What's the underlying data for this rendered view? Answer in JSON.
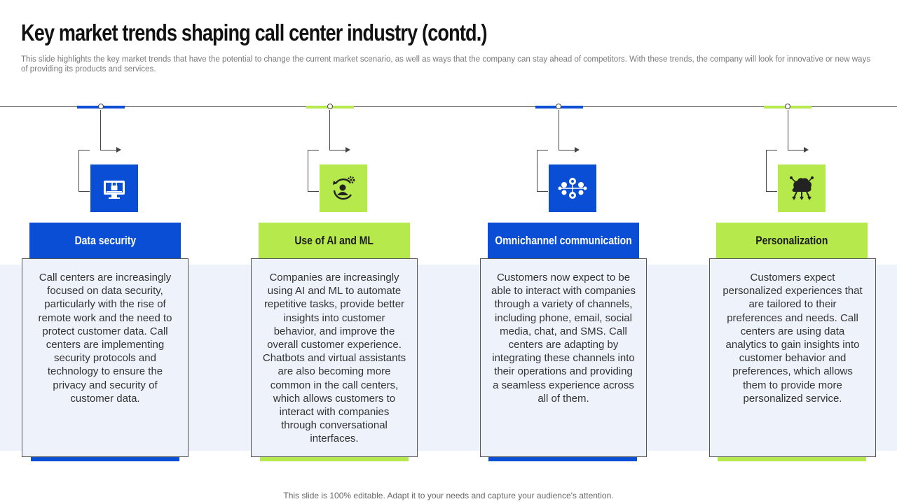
{
  "title": "Key market trends shaping call center industry (contd.)",
  "subtitle": "This slide highlights the key market trends that have the potential to change the current market scenario, as well as ways that the company can stay ahead of competitors. With these trends, the company will look for innovative or new ways of providing its products and services.",
  "colors": {
    "blue": "#0a4ed6",
    "green": "#b6e94c",
    "band": "#eef3fb"
  },
  "trends": [
    {
      "heading": "Data security",
      "icon": "secure-computer-lock-icon",
      "color": "blue",
      "text": "Call centers are increasingly focused on data security, particularly with the rise of remote work and the need to protect customer data. Call centers are implementing security protocols and technology to ensure the privacy and security of customer data."
    },
    {
      "heading": "Use of AI and ML",
      "icon": "user-gear-cycle-icon",
      "color": "green",
      "text": "Companies are increasingly using AI and ML to automate repetitive tasks, provide better insights into customer behavior, and improve the overall customer experience. Chatbots and virtual assistants are also becoming more common in the call centers, which allows customers to interact with companies through conversational interfaces."
    },
    {
      "heading": "Omnichannel communication",
      "icon": "channel-network-icon",
      "color": "blue",
      "text": "Customers now expect to be able to interact with companies through a variety of channels, including phone, email, social media, chat, and SMS. Call centers are adapting by integrating these channels into their operations and providing a seamless experience across all of them."
    },
    {
      "heading": "Personalization",
      "icon": "brain-circuit-icon",
      "color": "green",
      "text": "Customers expect personalized experiences that are tailored to their preferences and needs. Call centers are using data analytics to gain insights into customer behavior and preferences, which allows them to provide more personalized service."
    }
  ],
  "footer": "This slide is 100% editable. Adapt it to your needs and capture your audience's attention."
}
